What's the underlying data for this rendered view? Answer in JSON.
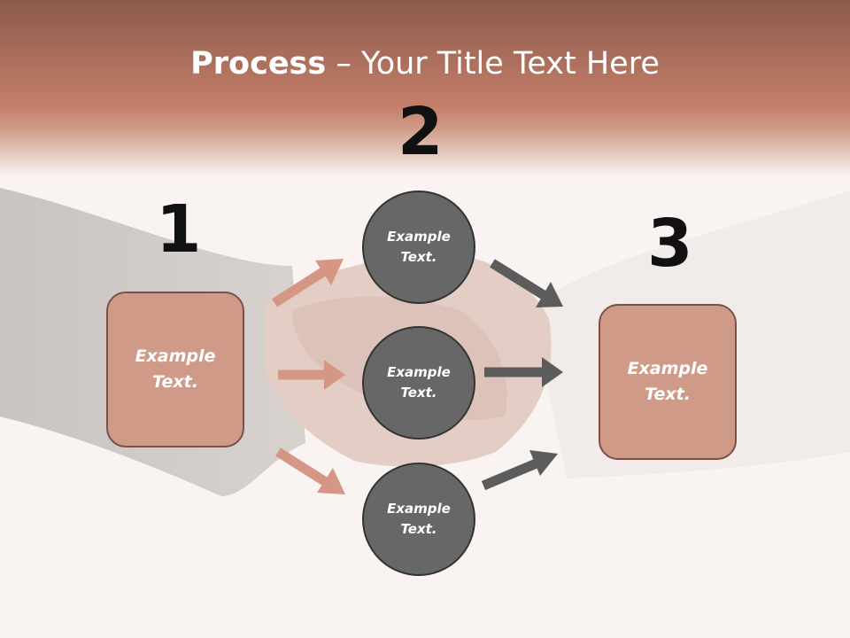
{
  "title": {
    "bold": "Process",
    "rest": " – Your Title Text Here"
  },
  "steps": {
    "one": {
      "number": "1",
      "line1": "Example",
      "line2": "Text."
    },
    "two": {
      "number": "2",
      "circles": [
        {
          "line1": "Example",
          "line2": "Text."
        },
        {
          "line1": "Example",
          "line2": "Text."
        },
        {
          "line1": "Example",
          "line2": "Text."
        }
      ]
    },
    "three": {
      "number": "3",
      "line1": "Example",
      "line2": "Text."
    }
  },
  "colors": {
    "header_top": "#8c5a4c",
    "header_bottom": "#c98b76",
    "box_fill": "#d09a88",
    "box_border": "#7a5148",
    "circle_fill": "#676767",
    "circle_border": "#333333",
    "arrow_salmon": "#d69684",
    "arrow_gray": "#5c5c5c"
  },
  "background_image": "handshake"
}
